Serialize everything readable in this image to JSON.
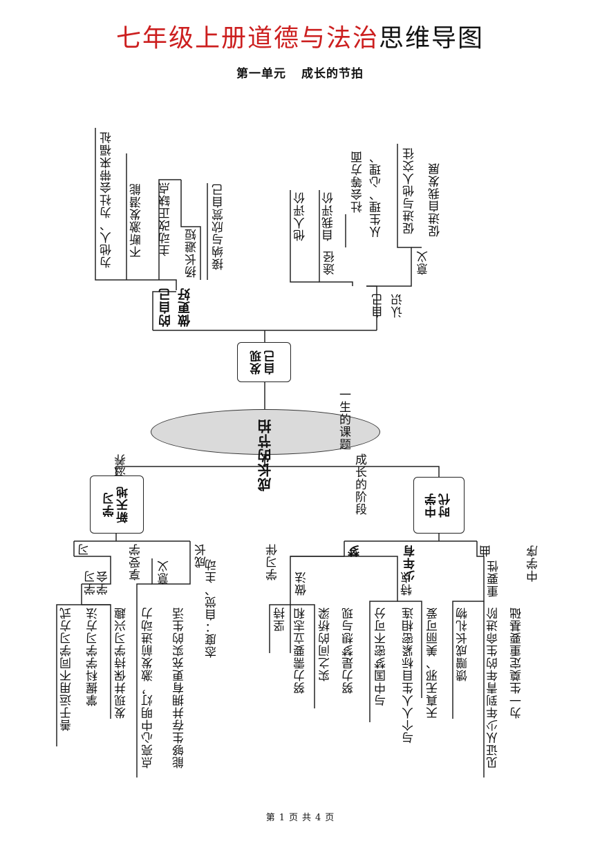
{
  "title": {
    "red": "七年级上册道德与法治",
    "black": "思维导图"
  },
  "subtitle": {
    "unit": "第一单元",
    "name": "成长的节拍"
  },
  "center": "成长的节拍",
  "top": {
    "branch_label": "一生的课题",
    "box": [
      "发现",
      "自己"
    ],
    "better_self": {
      "label": [
        "做更好",
        "的自己"
      ],
      "items": [
        "接纳与欣赏自己",
        "扬长避短",
        "主动改正缺点",
        "不断激发潜能",
        "为他人、为社会带来福祉"
      ]
    },
    "know_self": {
      "label": [
        "认识",
        "自己"
      ],
      "meaning": "意义",
      "meaning_items": [
        "促进自我发展",
        "促进与他人交往"
      ],
      "way": "途径",
      "way_items": [
        "从生理、心理、",
        "社会等方面",
        "自我评价",
        "他人评价"
      ]
    }
  },
  "left": {
    "branch_label": "生命的滋养",
    "box": [
      "学习",
      "新天地"
    ],
    "partner": {
      "label": [
        "学习伴",
        "成长"
      ],
      "attitude": "态度：自觉、主动",
      "meaning": "意义",
      "meaning_items": [
        "能够生存并拥有更充实的生活",
        "点亮心中明灯，激发前进动力"
      ]
    },
    "learn": {
      "label": [
        "享受学",
        "习"
      ],
      "sub": [
        "学会",
        "学习"
      ],
      "items": [
        "发现并保持学习兴趣",
        "掌握科学学习方法",
        "善于运用不同学习方式"
      ]
    }
  },
  "right": {
    "branch_label": "成长的阶段",
    "box": [
      "中学",
      "时代"
    ],
    "prelude": {
      "label": [
        "中学序",
        "曲"
      ],
      "importance": "重要性",
      "items": [
        "为一生奠定重要基础",
        "见证从少年到青年的生命进阶",
        "馈赠成长礼物"
      ]
    },
    "dream": {
      "label": [
        "少年有",
        "梦"
      ],
      "feature": "特点",
      "feature_items": [
        "天真无邪、美丽可爱",
        "与个人人生目标紧密相连",
        "与中国梦密不可分"
      ],
      "method": "做法",
      "method_items": [
        "努力是梦想与现",
        "实之间的桥梁",
        "努力需要立志和",
        "坚持"
      ]
    }
  },
  "footer": {
    "a": "第",
    "page": "1",
    "b": "页",
    "c": "共",
    "total": "4",
    "d": "页"
  }
}
